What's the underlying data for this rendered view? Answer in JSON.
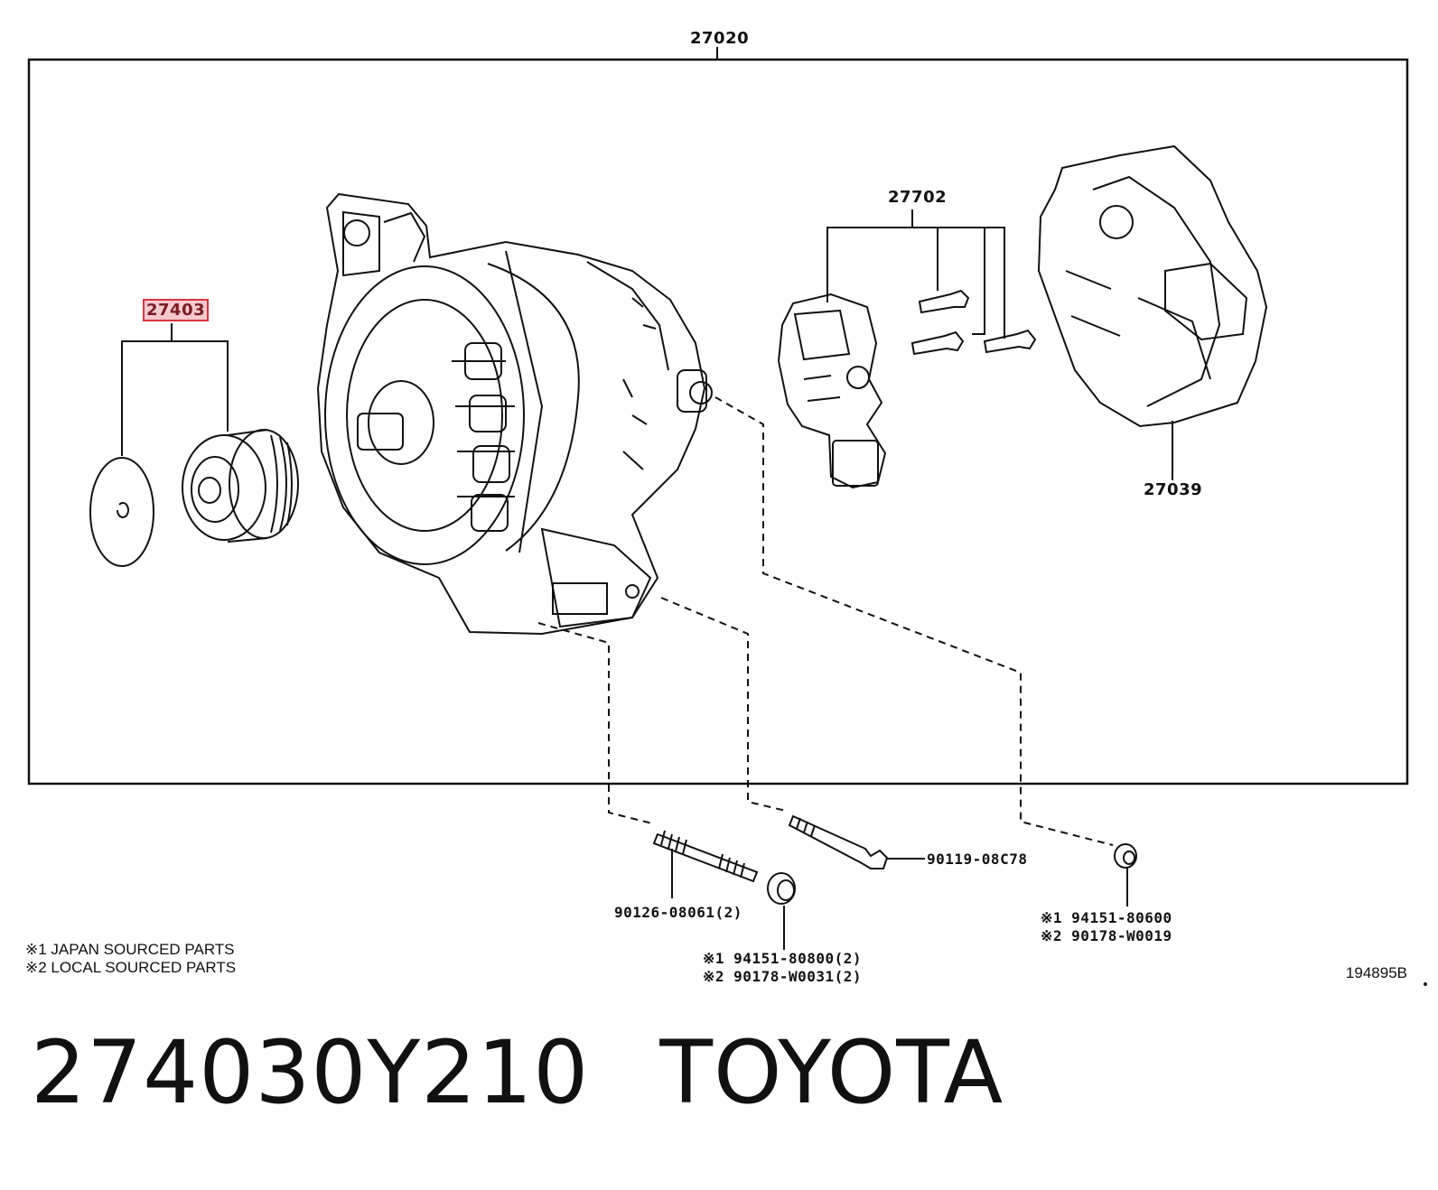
{
  "assembly": {
    "number": "27020"
  },
  "parts": {
    "pulley": "27403",
    "regulator": "27702",
    "rear_cover": "27039",
    "stud_bolt": "90126-08061(2)",
    "bolt": "90119-08C78",
    "nut_a_line1": "※1 94151-80800(2)",
    "nut_a_line2": "※2 90178-W0031(2)",
    "nut_b_line1": "※1 94151-80600",
    "nut_b_line2": "※2 90178-W0019"
  },
  "legend": {
    "line1": "※1 JAPAN SOURCED PARTS",
    "line2": "※2 LOCAL SOURCED PARTS"
  },
  "diagram_code": "194895B",
  "footer": {
    "part_number": "274030Y210",
    "brand": "TOYOTA"
  },
  "colors": {
    "highlight_border": "#d9343f",
    "highlight_fill": "#f6c9cd"
  }
}
